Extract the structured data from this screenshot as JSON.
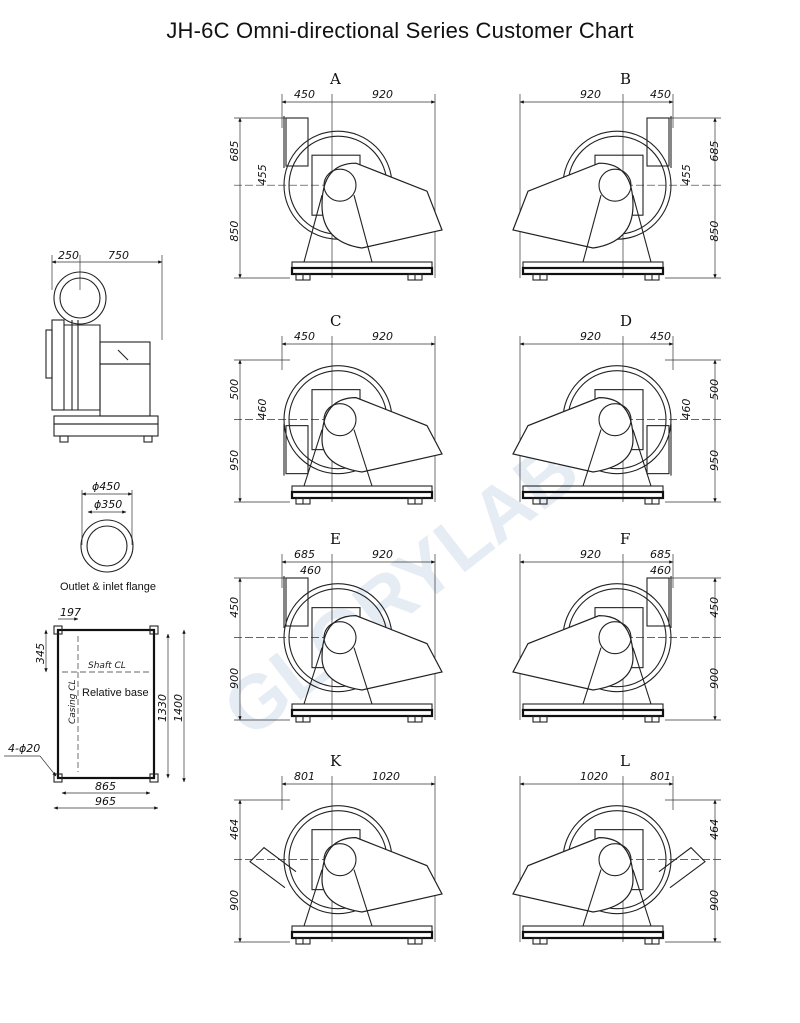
{
  "title": "JH-6C Omni-directional Series Customer Chart",
  "watermark": "GLORYLAB",
  "side_view": {
    "dim_left": "250",
    "dim_right": "750"
  },
  "flange": {
    "outer": "ϕ450",
    "inner": "ϕ350",
    "caption": "Outlet & inlet flange"
  },
  "base": {
    "dim_top": "197",
    "dim_left": "345",
    "shaft_cl": "Shaft CL",
    "casing_cl": "Casing CL",
    "label": "Relative base",
    "inner_h": "1330",
    "outer_h": "1400",
    "holes": "4-ϕ20",
    "inner_w": "865",
    "outer_w": "965"
  },
  "views": [
    {
      "id": "A",
      "top_left": "450",
      "top_right": "920",
      "h1": "685",
      "h2": "850",
      "inner": "455",
      "inner2": ""
    },
    {
      "id": "B",
      "top_left": "920",
      "top_right": "450",
      "h1": "685",
      "h2": "850",
      "inner": "455",
      "inner2": ""
    },
    {
      "id": "C",
      "top_left": "450",
      "top_right": "920",
      "h1": "500",
      "h2": "950",
      "inner": "460",
      "inner2": ""
    },
    {
      "id": "D",
      "top_left": "920",
      "top_right": "450",
      "h1": "500",
      "h2": "950",
      "inner": "460",
      "inner2": ""
    },
    {
      "id": "E",
      "top_left": "685",
      "top_right": "920",
      "h1": "450",
      "h2": "900",
      "inner": "",
      "inner2": "460"
    },
    {
      "id": "F",
      "top_left": "920",
      "top_right": "685",
      "h1": "450",
      "h2": "900",
      "inner": "",
      "inner2": "460"
    },
    {
      "id": "K",
      "top_left": "801",
      "top_right": "1020",
      "h1": "464",
      "h2": "900",
      "inner": "",
      "inner2": ""
    },
    {
      "id": "L",
      "top_left": "1020",
      "top_right": "801",
      "h1": "464",
      "h2": "900",
      "inner": "",
      "inner2": ""
    }
  ]
}
